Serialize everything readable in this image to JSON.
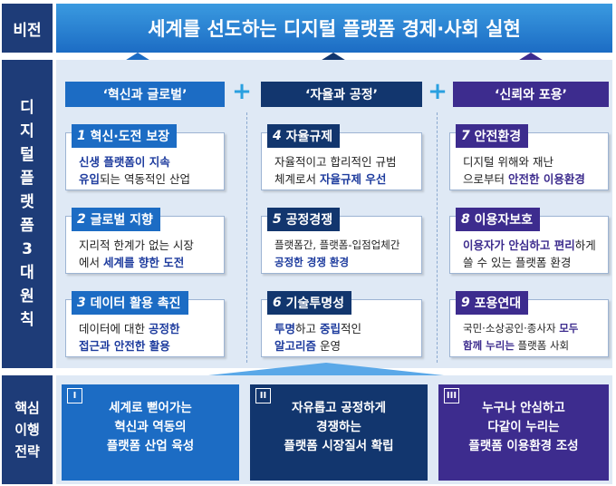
{
  "vision": {
    "label": "비전",
    "text": "세계를 선도하는 디지털 플랫폼 경제·사회 실현"
  },
  "principles_label": "디지털플랫폼3대원칙",
  "columns": [
    {
      "header": "‘혁신과 글로벌’",
      "color": "#1c6cc4",
      "cards": [
        {
          "num": "1",
          "title": "혁신·도전 보장"
        },
        {
          "num": "2",
          "title": "글로벌 지향"
        },
        {
          "num": "3",
          "title": "데이터 활용 촉진"
        }
      ]
    },
    {
      "header": "‘자율과 공정’",
      "color": "#12366e",
      "cards": [
        {
          "num": "4",
          "title": "자율규제"
        },
        {
          "num": "5",
          "title": "공정경쟁"
        },
        {
          "num": "6",
          "title": "기술투명성"
        }
      ]
    },
    {
      "header": "‘신뢰와 포용’",
      "color": "#3d2c8e",
      "cards": [
        {
          "num": "7",
          "title": "안전환경"
        },
        {
          "num": "8",
          "title": "이용자보호"
        },
        {
          "num": "9",
          "title": "포용연대"
        }
      ]
    }
  ],
  "card_text": {
    "c1": {
      "a": "신생 플랫폼이 지속",
      "b": "유입",
      "c": "되는 역동적인 산업"
    },
    "c2": {
      "a": "지리적 한계가 없는 시장",
      "b": "에서 ",
      "c": "세계를 향한 도전"
    },
    "c3": {
      "a": "데이터에 대한 ",
      "b": "공정한",
      "c": "접근과 안전한 활용"
    },
    "c4": {
      "a": "자율적이고 합리적인 규범",
      "b": "체계로서 ",
      "c": "자율규제 우선"
    },
    "c5": {
      "a": "플랫폼간, 플랫폼-입점업체간",
      "b": "공정한 경쟁 환경"
    },
    "c6": {
      "a": "투명",
      "b": "하고 ",
      "c": "중립",
      "d": "적인",
      "e": "알고리즘",
      "f": " 운영"
    },
    "c7": {
      "a": "디지털 위해와 재난",
      "b": "으로부터 ",
      "c": "안전한 이용환경"
    },
    "c8": {
      "a": "이용자가 안심하고 편리",
      "b": "하게",
      "c": "쓸 수 있는 플랫폼 환경"
    },
    "c9": {
      "a": "국민·소상공인·종사자 ",
      "b": "모두",
      "c": "함께 누리는",
      "d": " 플랫폼 사회"
    }
  },
  "strategy": {
    "label": [
      "핵심",
      "이행",
      "전략"
    ],
    "items": [
      {
        "roman": "I",
        "lines": [
          "세계로 뻗어가는",
          "혁신과 역동의",
          "플랫폼 산업 육성"
        ],
        "color": "#1c6cc4"
      },
      {
        "roman": "II",
        "lines": [
          "자유롭고 공정하게",
          "경쟁하는",
          "플랫폼 시장질서 확립"
        ],
        "color": "#12366e"
      },
      {
        "roman": "III",
        "lines": [
          "누구나 안심하고",
          "다같이 누리는",
          "플랫폼 이용환경 조성"
        ],
        "color": "#3d2c8e"
      }
    ]
  }
}
